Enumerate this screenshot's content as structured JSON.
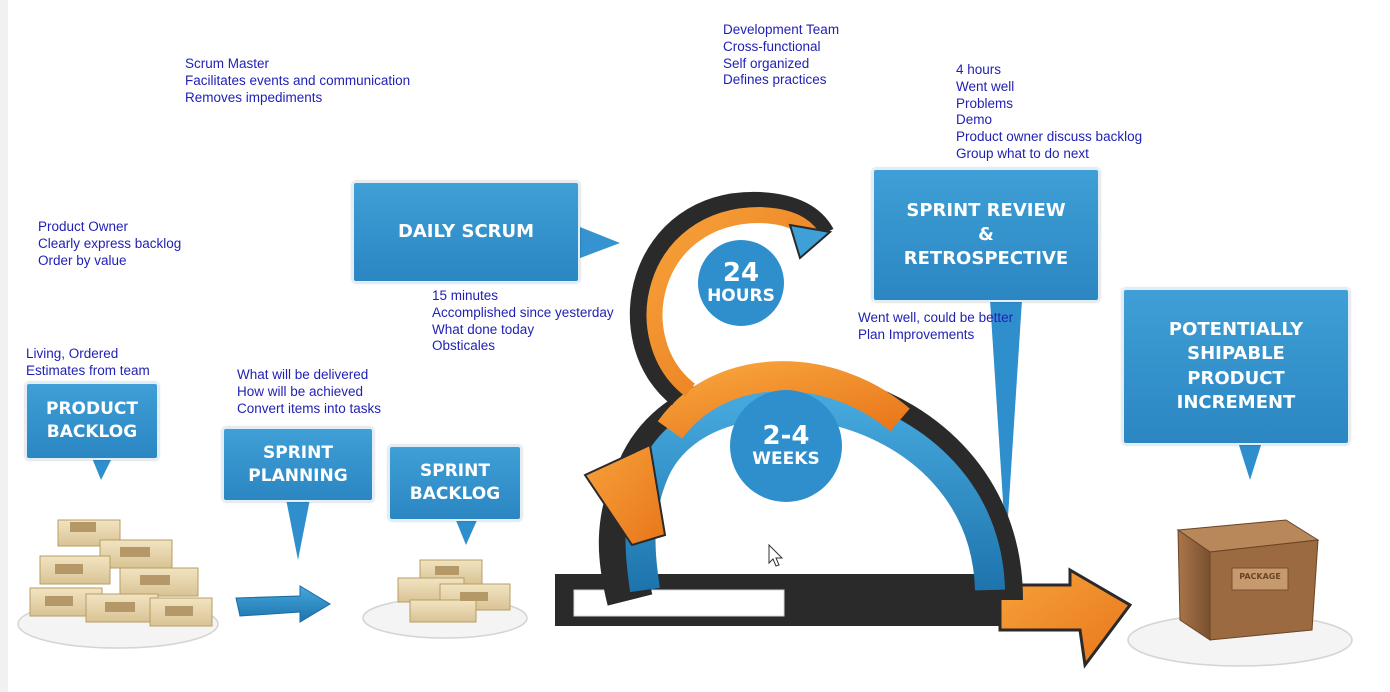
{
  "notes": {
    "scrum_master": [
      "Scrum Master",
      "Facilitates events and communication",
      "Removes impediments"
    ],
    "development_team": [
      "Development Team",
      "Cross-functional",
      "Self organized",
      "Defines practices"
    ],
    "review_notes": [
      "4 hours",
      "Went well",
      "Problems",
      "Demo",
      "Product owner discuss backlog",
      "Group what to do next"
    ],
    "product_owner": [
      "Product Owner",
      "Clearly express backlog",
      "Order by value"
    ],
    "daily_scrum_notes": [
      "15 minutes",
      "Accomplished since yesterday",
      "What done today",
      "Obsticales"
    ],
    "retro_notes": [
      "Went well, could be better",
      "Plan Improvements"
    ],
    "backlog_notes": [
      "Living, Ordered",
      "Estimates from team"
    ],
    "planning_notes": [
      "What will be delivered",
      "How will be achieved",
      "Convert items into tasks"
    ]
  },
  "boxes": {
    "daily_scrum": [
      "DAILY SCRUM"
    ],
    "sprint_review": [
      "SPRINT REVIEW",
      "&",
      "RETROSPECTIVE"
    ],
    "product_increment": [
      "POTENTIALLY",
      "SHIPABLE",
      "PRODUCT",
      "INCREMENT"
    ],
    "product_backlog": [
      "PRODUCT",
      "BACKLOG"
    ],
    "sprint_planning": [
      "SPRINT",
      "PLANNING"
    ],
    "sprint_backlog": [
      "SPRINT",
      "BACKLOG"
    ]
  },
  "circles": {
    "hours": [
      "24",
      "HOURS"
    ],
    "weeks": [
      "2-4",
      "WEEKS"
    ]
  },
  "box_label": "PACKAGE",
  "colors": {
    "blue": "#2f8fcd",
    "orange": "#f08a1f",
    "note_text": "#1f1fb4"
  }
}
